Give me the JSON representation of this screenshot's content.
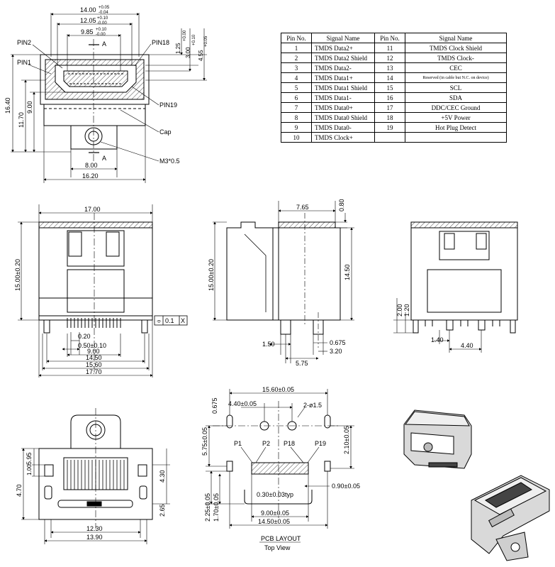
{
  "pin_table": {
    "headers": [
      "Pin No.",
      "Signal Name",
      "Pin No.",
      "Signal Name"
    ],
    "rows": [
      [
        "1",
        "TMDS Data2+",
        "11",
        "TMDS Clock Shield"
      ],
      [
        "2",
        "TMDS Data2 Shield",
        "12",
        "TMDS Clock-"
      ],
      [
        "3",
        "TMDS Data2-",
        "13",
        "CEC"
      ],
      [
        "4",
        "TMDS Data1+",
        "14",
        "Reserved (in cable but N.C. on device)"
      ],
      [
        "5",
        "TMDS Data1 Shield",
        "15",
        "SCL"
      ],
      [
        "6",
        "TMDS Data1-",
        "16",
        "SDA"
      ],
      [
        "7",
        "TMDS Data0+",
        "17",
        "DDC/CEC Ground"
      ],
      [
        "8",
        "TMDS Data0 Shield",
        "18",
        "+5V Power"
      ],
      [
        "9",
        "TMDS Data0-",
        "19",
        "Hot Plug Detect"
      ],
      [
        "10",
        "TMDS Clock+",
        "",
        ""
      ]
    ]
  },
  "front_view": {
    "dim_width_top": "14.00",
    "dim_width_top_tol": [
      "+0.05",
      "-0.04"
    ],
    "dim_inner1": "12.05",
    "dim_inner1_tol": [
      "+0.10",
      "-0.00"
    ],
    "dim_inner2": "9.85",
    "dim_inner2_tol": [
      "+0.10",
      "-0.00"
    ],
    "section_mark": "A",
    "dim_r1": "1.25",
    "dim_r1_tol": [
      "+0.00",
      "-0.10"
    ],
    "dim_r2": "3.00",
    "dim_r2_tol": [
      "+0.10",
      "-0.00"
    ],
    "dim_r3": "4.55",
    "dim_r3_tol": [
      "+0.05",
      "-0.04"
    ],
    "pin2": "PIN2",
    "pin1": "PIN1",
    "pin18": "PIN18",
    "pin19": "PIN19",
    "dim_h1": "16.40",
    "dim_h2": "11.70",
    "dim_h3": "9.00",
    "cap": "Cap",
    "m3": "M3*0.5",
    "dim_bottom1": "8.00",
    "dim_bottom2": "16.20"
  },
  "view_bottom_front": {
    "dim_top": "17.00",
    "dim_height": "15.00±0.20",
    "flatness_sym": "⌯",
    "flatness_val": "0.1",
    "flatness_ref": "X",
    "dim_020": "0.20",
    "dim_pitch": "0.50±0.10",
    "dim_900": "9.00",
    "dim_1450": "14.50",
    "dim_1560": "15.60",
    "dim_1770": "17.70"
  },
  "view_side": {
    "dim_765": "7.65",
    "dim_080": "0.80",
    "dim_height": "15.00±0.20",
    "dim_1450": "14.50",
    "dim_150": "1.50",
    "dim_0675": "0.675",
    "dim_320": "3.20",
    "dim_575": "5.75"
  },
  "view_rear": {
    "dim_200": "2.00",
    "dim_120": "1.20",
    "dim_140": "1.40",
    "dim_440": "4.40"
  },
  "view_bottom": {
    "dim_595": "5.95",
    "dim_100": "1.00",
    "dim_470": "4.70",
    "dim_430": "4.30",
    "dim_265": "2.65",
    "dim_1230": "12.30",
    "dim_1390": "13.90"
  },
  "pcb_layout": {
    "dim_1560": "15.60±0.05",
    "dim_440": "4.40±0.05",
    "dim_0675": "0.675",
    "dim_holes": "2-ø1.5",
    "dim_575": "5.75±0.05",
    "dim_210": "2.10±0.05",
    "p1": "P1",
    "p2": "P2",
    "p18": "P18",
    "p19": "P19",
    "dim_225": "2.25±0.05",
    "dim_170": "1.70±0.05",
    "dim_030": "0.30±0.03typ",
    "dim_090": "0.90±0.05",
    "dim_900": "9.00±0.05",
    "dim_1450": "14.50±0.05",
    "title": "PCB LAYOUT",
    "subtitle": "Top View"
  }
}
